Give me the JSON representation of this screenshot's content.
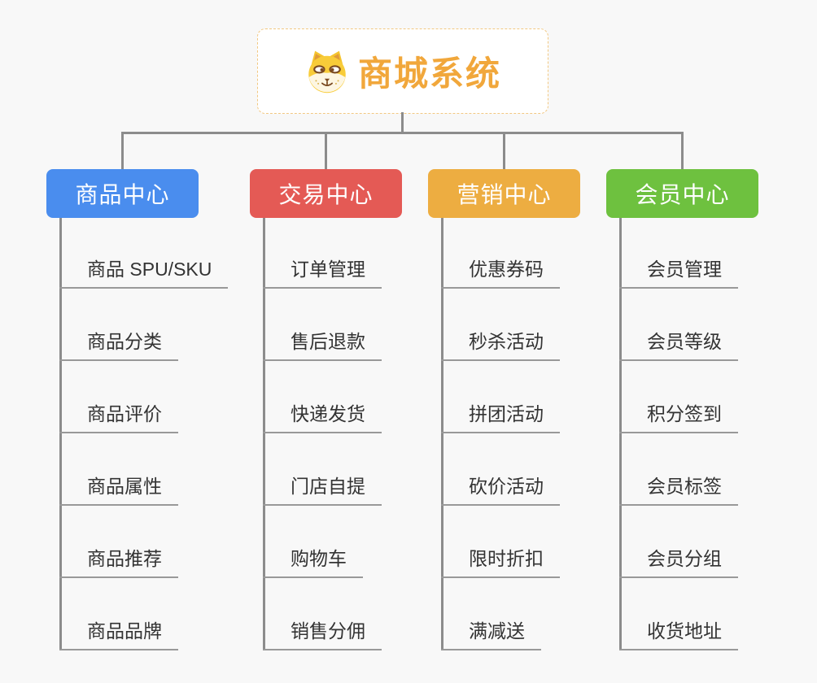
{
  "root": {
    "title": "商城系统",
    "icon": "shiba-dog-face-icon",
    "accent_color": "#F1A73B",
    "border_color": "#F2C882",
    "background": "#FFFFFF"
  },
  "branches": [
    {
      "label": "商品中心",
      "color": "#4A8DEE",
      "children": [
        "商品 SPU/SKU",
        "商品分类",
        "商品评价",
        "商品属性",
        "商品推荐",
        "商品品牌"
      ]
    },
    {
      "label": "交易中心",
      "color": "#E45A55",
      "children": [
        "订单管理",
        "售后退款",
        "快递发货",
        "门店自提",
        "购物车",
        "销售分佣"
      ]
    },
    {
      "label": "营销中心",
      "color": "#EDAD41",
      "children": [
        "优惠券码",
        "秒杀活动",
        "拼团活动",
        "砍价活动",
        "限时折扣",
        "满减送"
      ]
    },
    {
      "label": "会员中心",
      "color": "#6EC13F",
      "children": [
        "会员管理",
        "会员等级",
        "积分签到",
        "会员标签",
        "会员分组",
        "收货地址"
      ]
    }
  ],
  "theme": {
    "canvas_background": "#F8F8F8",
    "connector_color": "#8C8C8C",
    "leaf_underline_color": "#999999",
    "leaf_text_color": "#333333",
    "branch_text_color": "#FFFFFF"
  }
}
